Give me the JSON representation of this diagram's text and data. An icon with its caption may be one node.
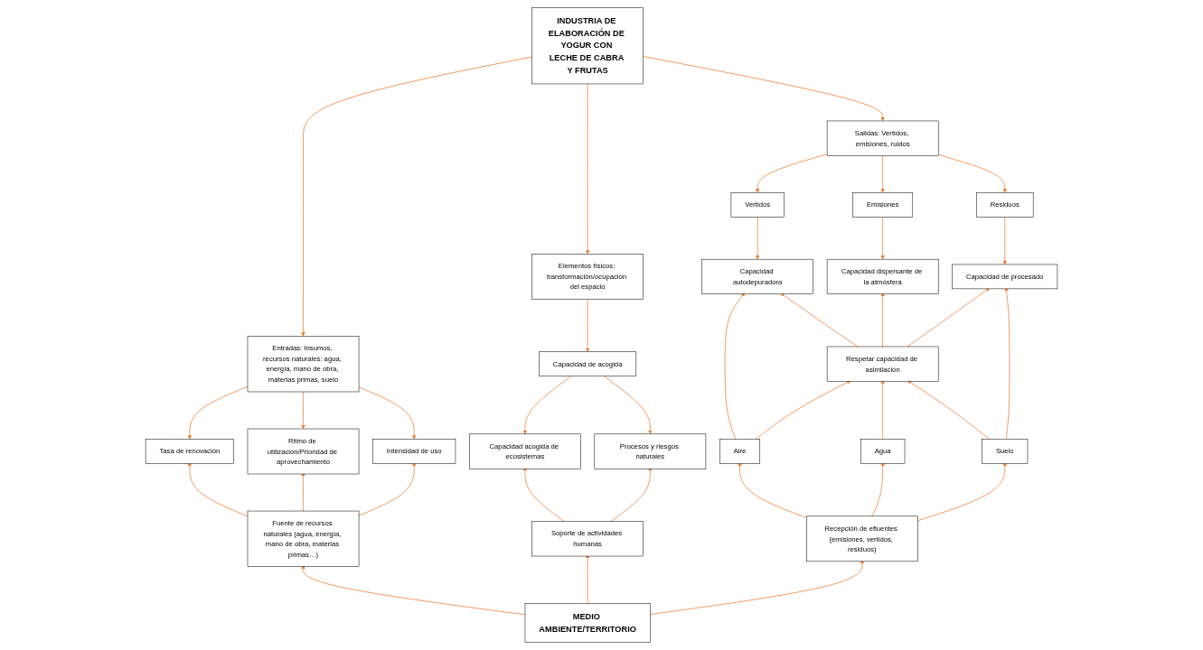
{
  "diagram": {
    "nodes": [
      {
        "text": [
          "INDUSTRIA DE ELABORACIÓN DE YOGUR CON LECHE DE CABRA Y FRUTAS"
        ]
      },
      {
        "text": [
          "Entradas: Insumos, recursos naturales: agua, energía, mano de obra, materias primas, suelo"
        ]
      },
      {
        "text": [
          "Salidas: Vertidos, emisiones, ruidos"
        ]
      },
      {
        "text": [
          "Elementos físicos: transformación/ocupación del espacio"
        ]
      },
      {
        "text": [
          "Vertidos"
        ]
      },
      {
        "text": [
          "Emisiones"
        ]
      },
      {
        "text": [
          "Residuos"
        ]
      },
      {
        "text": [
          "Tasa de renovación"
        ]
      },
      {
        "text": [
          "Ritmo de utilización/Prioridad de aprovechamiento"
        ]
      },
      {
        "text": [
          "Intensidad de uso"
        ]
      },
      {
        "text": [
          "Capacidad de acogida"
        ]
      },
      {
        "text": [
          "Capacidad autodepuradora"
        ]
      },
      {
        "text": [
          "Capacidad dispersante de la atmósfera"
        ]
      },
      {
        "text": [
          "Capacidad de procesado"
        ]
      },
      {
        "text": [
          "Capacidad acogida de ecosistemas"
        ]
      },
      {
        "text": [
          "Procesos y riesgos naturales"
        ]
      },
      {
        "text": [
          "Respetar capacidad de asimilación"
        ]
      },
      {
        "text": [
          "Aire"
        ]
      },
      {
        "text": [
          "Agua"
        ]
      },
      {
        "text": [
          "Suelo"
        ]
      },
      {
        "text": [
          "Fuente de recursos naturales (agua, energía, mano de obra, materias primas…)"
        ]
      },
      {
        "text": [
          "Soporte de actividades humanas"
        ]
      },
      {
        "text": [
          "Recepción de efluentes (emisiones, vertidos, residuos)"
        ]
      },
      {
        "text": [
          "MEDIO AMBIENTE/TERRITORIO"
        ]
      }
    ],
    "edges": [
      {
        "from": 0,
        "to": 1,
        "arrow": "to"
      },
      {
        "from": 0,
        "to": 3,
        "arrow": "to"
      },
      {
        "from": 0,
        "to": 2,
        "arrow": "to"
      },
      {
        "from": 1,
        "to": 7,
        "arrow": "to"
      },
      {
        "from": 1,
        "to": 8,
        "arrow": "to"
      },
      {
        "from": 1,
        "to": 9,
        "arrow": "to"
      },
      {
        "from": 3,
        "to": 10,
        "arrow": "to"
      },
      {
        "from": 2,
        "to": 4,
        "arrow": "to"
      },
      {
        "from": 2,
        "to": 5,
        "arrow": "to"
      },
      {
        "from": 2,
        "to": 6,
        "arrow": "to"
      },
      {
        "from": 4,
        "to": 11,
        "arrow": "to"
      },
      {
        "from": 5,
        "to": 12,
        "arrow": "to"
      },
      {
        "from": 6,
        "to": 13,
        "arrow": "to"
      },
      {
        "from": 10,
        "to": 14,
        "arrow": "to"
      },
      {
        "from": 10,
        "to": 15,
        "arrow": "to"
      },
      {
        "from": 16,
        "to": 11,
        "arrow": "to"
      },
      {
        "from": 16,
        "to": 12,
        "arrow": "to"
      },
      {
        "from": 16,
        "to": 13,
        "arrow": "to"
      },
      {
        "from": 17,
        "to": 11,
        "arrow": "to"
      },
      {
        "from": 17,
        "to": 16,
        "arrow": "to"
      },
      {
        "from": 18,
        "to": 16,
        "arrow": "to"
      },
      {
        "from": 19,
        "to": 16,
        "arrow": "to"
      },
      {
        "from": 19,
        "to": 13,
        "arrow": "to"
      },
      {
        "from": 20,
        "to": 7,
        "arrow": "to"
      },
      {
        "from": 20,
        "to": 8,
        "arrow": "to"
      },
      {
        "from": 20,
        "to": 9,
        "arrow": "to"
      },
      {
        "from": 21,
        "to": 14,
        "arrow": "to"
      },
      {
        "from": 21,
        "to": 15,
        "arrow": "to"
      },
      {
        "from": 22,
        "to": 17,
        "arrow": "to"
      },
      {
        "from": 22,
        "to": 18,
        "arrow": "to"
      },
      {
        "from": 22,
        "to": 19,
        "arrow": "to"
      },
      {
        "from": 23,
        "to": 20,
        "arrow": "to"
      },
      {
        "from": 23,
        "to": 21,
        "arrow": "to"
      },
      {
        "from": 23,
        "to": 22,
        "arrow": "to"
      }
    ]
  }
}
